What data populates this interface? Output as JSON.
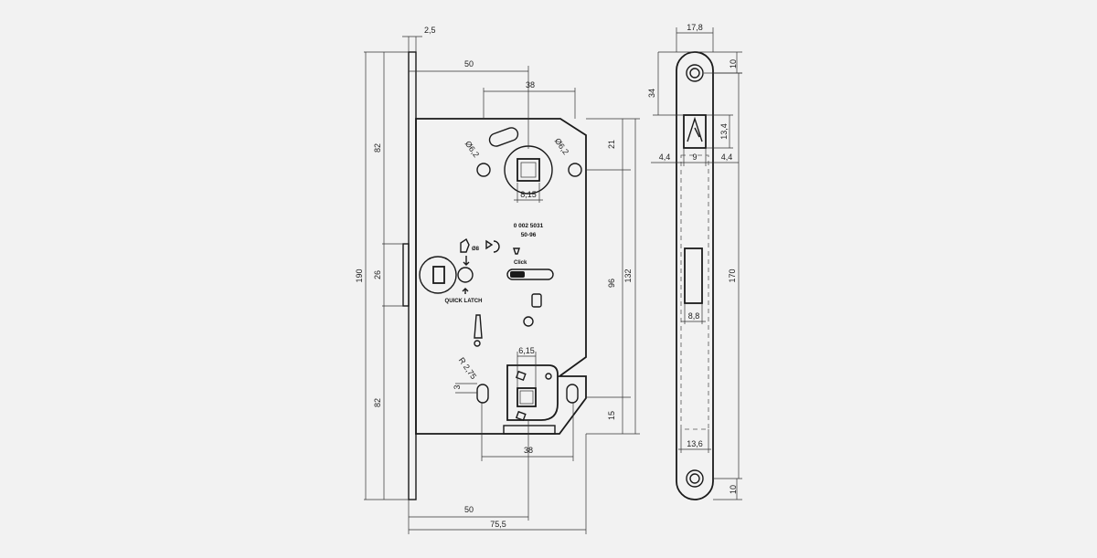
{
  "product_code": [
    "0  002  5031",
    "50-96"
  ],
  "markings": {
    "quick_latch": "QUICK LATCH",
    "diameter_8": "Ø8",
    "click": "Click"
  },
  "front_view": {
    "dimensions": {
      "faceplate_thickness": "2,5",
      "backset_top": "50",
      "spacing_top": "38",
      "height_total": "190",
      "upper_height": "82",
      "latch_height": "26",
      "lower_height": "82",
      "hole_left": "Ø6,2",
      "hole_right": "Ø6,2",
      "spindle_square": "8,15",
      "offset_21": "21",
      "distance_96": "96",
      "body_height": "132",
      "square_bottom": "6,15",
      "radius": "R 2,75",
      "radius_offset": "3",
      "offset_15": "15",
      "spacing_bottom": "38",
      "backset_bottom": "50",
      "total_depth": "75,5"
    }
  },
  "faceplate_view": {
    "dimensions": {
      "width": "17,8",
      "top_offset": "10",
      "latch_from_top": "34",
      "latch_height": "13,4",
      "side_left": "4,4",
      "latch_width": "9",
      "side_right": "4,4",
      "bolt_width": "8,8",
      "length": "170",
      "strike_width": "13,6",
      "bottom_offset": "10"
    }
  }
}
